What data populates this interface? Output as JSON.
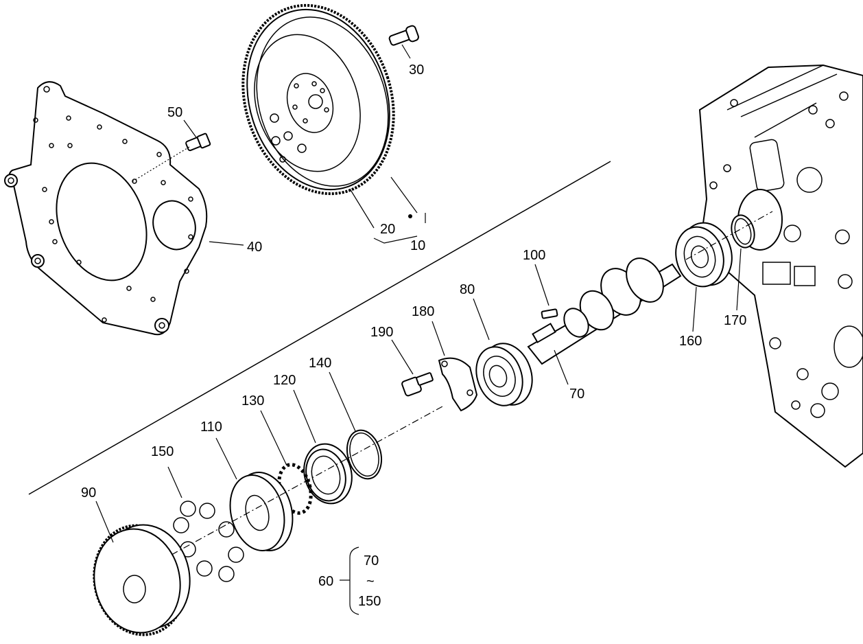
{
  "labels": {
    "l10": "10",
    "l20": "20",
    "l30": "30",
    "l40": "40",
    "l50": "50",
    "l60": "60",
    "l70": "70",
    "l80": "80",
    "l90": "90",
    "l100": "100",
    "l110": "110",
    "l120": "120",
    "l130": "130",
    "l140": "140",
    "l150": "150",
    "l160": "160",
    "l170": "170",
    "l180": "180",
    "l190": "190"
  },
  "group_60": {
    "from": "70",
    "tilde": "~",
    "to": "150"
  }
}
